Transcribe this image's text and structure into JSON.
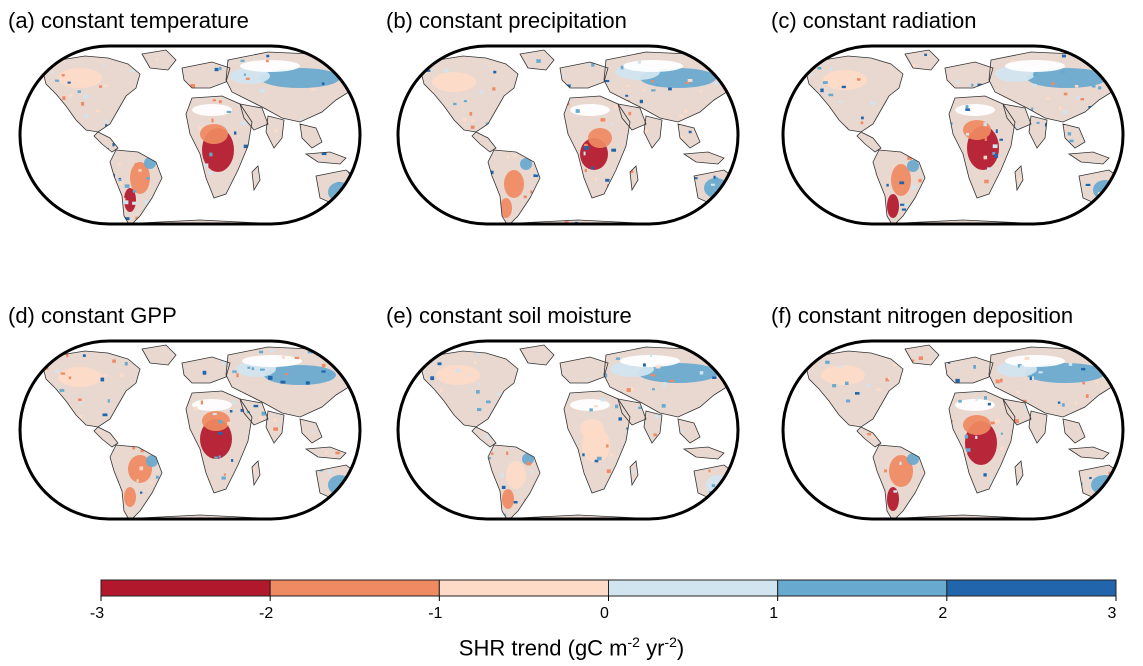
{
  "panels": [
    {
      "label": "(a) constant temperature",
      "variant": 0
    },
    {
      "label": "(b) constant precipitation",
      "variant": 1
    },
    {
      "label": "(c) constant radiation",
      "variant": 2
    },
    {
      "label": "(d) constant GPP",
      "variant": 3
    },
    {
      "label": "(e) constant soil moisture",
      "variant": 4
    },
    {
      "label": "(f) constant nitrogen deposition",
      "variant": 5
    }
  ],
  "legend": {
    "title_prefix": "SHR trend (gC m",
    "title_sup1": "-2",
    "title_mid": " yr",
    "title_sup2": "-2",
    "title_suffix": ")",
    "ticks": [
      "-3",
      "-2",
      "-1",
      "0",
      "1",
      "2",
      "3"
    ],
    "colors": [
      "#b2182b",
      "#ef8a62",
      "#fddbc7",
      "#d1e5f0",
      "#67a9cf",
      "#2166ac"
    ]
  },
  "colors": {
    "land_base": "#e8d8d0",
    "strong_red": "#b2182b",
    "mid_red": "#ef8a62",
    "light_red": "#fddbc7",
    "light_blue": "#d1e5f0",
    "mid_blue": "#67a9cf",
    "strong_blue": "#2166ac",
    "no_data": "#ffffff"
  }
}
